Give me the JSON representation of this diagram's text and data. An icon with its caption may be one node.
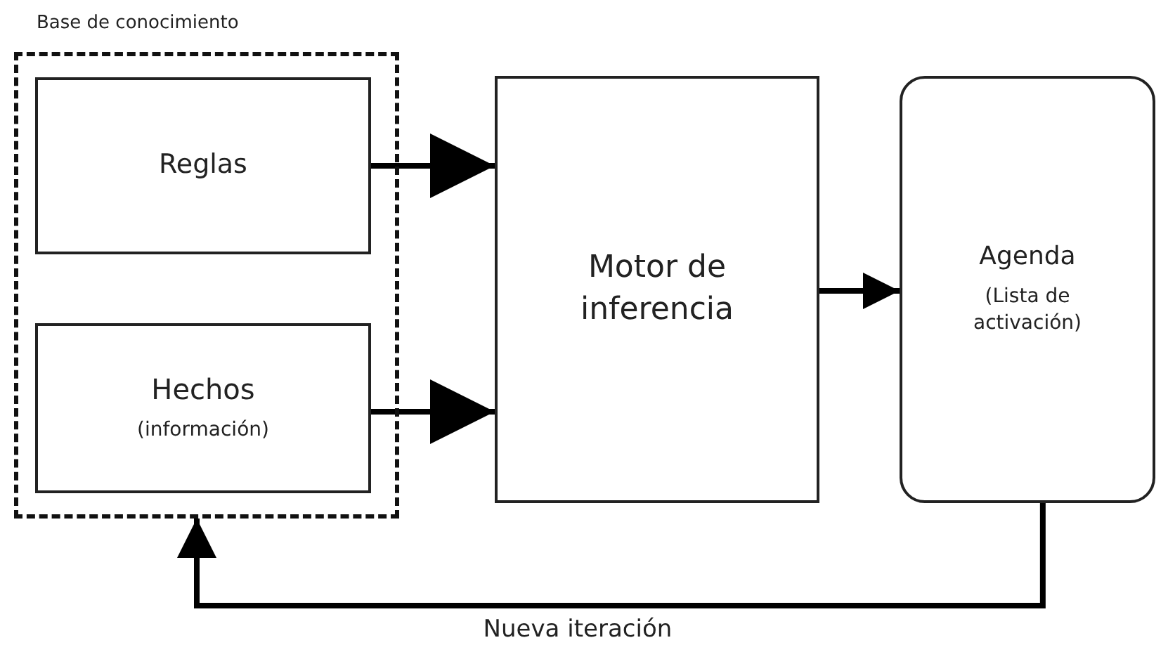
{
  "diagram": {
    "nodes": [
      {
        "text": [
          "Base de conocimiento"
        ]
      },
      {
        "text": [
          "Reglas"
        ],
        "in": 0
      },
      {
        "text": [
          "Hechos",
          "(información)"
        ],
        "in": 0
      },
      {
        "text": [
          "Motor de inferencia"
        ]
      },
      {
        "text": [
          "Agenda",
          "(Lista de activación)"
        ]
      }
    ],
    "edges": [
      {
        "from": 1,
        "to": 3,
        "arrow": "to"
      },
      {
        "from": 2,
        "to": 3,
        "arrow": "to"
      },
      {
        "from": 3,
        "to": 4,
        "arrow": "to"
      },
      {
        "from": 4,
        "to": 0,
        "arrow": "to",
        "label": "Nueva iteración"
      }
    ]
  }
}
